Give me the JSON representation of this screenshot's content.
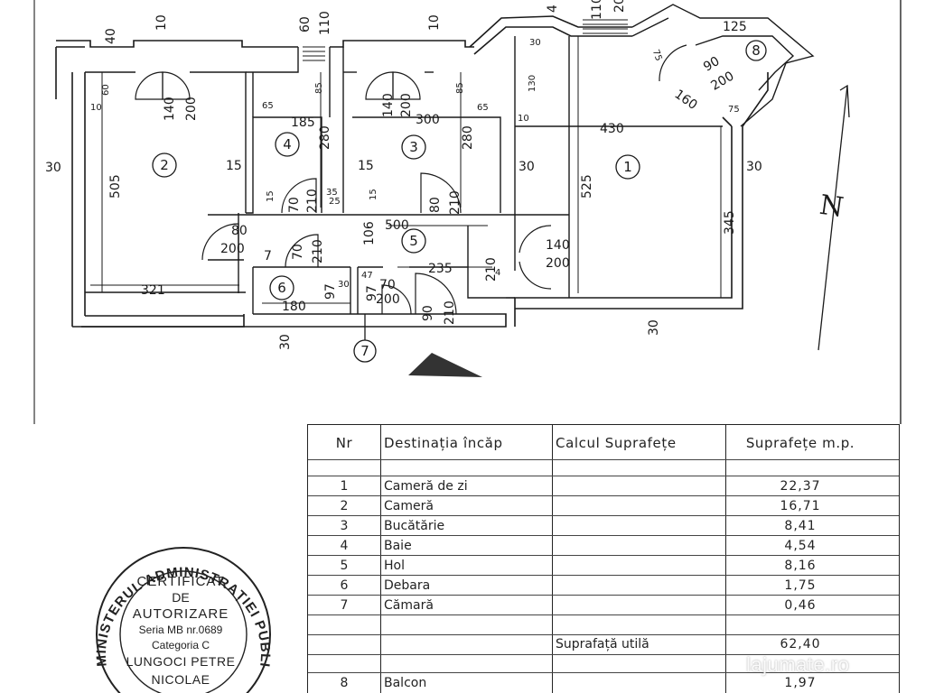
{
  "plan": {
    "north_label": "N",
    "rooms": [
      {
        "num": "1"
      },
      {
        "num": "2"
      },
      {
        "num": "3"
      },
      {
        "num": "4"
      },
      {
        "num": "5"
      },
      {
        "num": "6"
      },
      {
        "num": "7"
      },
      {
        "num": "8"
      }
    ],
    "dims": {
      "d40": "40",
      "d10a": "10",
      "d60a": "60",
      "d110a": "110",
      "d10b": "10",
      "d4": "4",
      "d110b": "110",
      "d20": "20",
      "d30top": "30",
      "d125": "125",
      "d60": "60",
      "d10c": "10",
      "d140a": "140",
      "d200a": "200",
      "d65a": "65",
      "d85a": "85",
      "d185": "185",
      "d280a": "280",
      "d140b": "140",
      "d200b": "200",
      "d300": "300",
      "d85b": "85",
      "d65b": "65",
      "d280b": "280",
      "d130": "130",
      "d10d": "10",
      "d430": "430",
      "d75a": "75",
      "d90a": "90",
      "d200c": "200",
      "d160": "160",
      "d75b": "75",
      "d30l": "30",
      "d505": "505",
      "d15a": "15",
      "d15b": "15",
      "d30m": "30",
      "d525": "525",
      "d30r": "30",
      "d15c": "15",
      "d70a": "70",
      "d210a": "210",
      "d35": "35",
      "d25": "25",
      "d15d": "15",
      "d80a": "80",
      "d210b": "210",
      "d345": "345",
      "d80b": "80",
      "d200d": "200",
      "d500": "500",
      "d106": "106",
      "d140c": "140",
      "d200e": "200",
      "d7": "7",
      "d70b": "70",
      "d210c": "210",
      "d47": "47",
      "d235": "235",
      "d210d": "210",
      "d4b": "4",
      "d321": "321",
      "d180": "180",
      "d97a": "97",
      "d30s": "30",
      "d97b": "97",
      "d70c": "70",
      "d200f": "200",
      "d90b": "90",
      "d210e": "210",
      "d30b1": "30",
      "d30b2": "30"
    }
  },
  "table": {
    "headers": [
      "Nr",
      "Destinația încăp",
      "Calcul Suprafețe",
      "Suprafețe m.p."
    ],
    "rows": [
      {
        "nr": "1",
        "dest": "Cameră de zi",
        "sup": "22,37"
      },
      {
        "nr": "2",
        "dest": "Cameră",
        "sup": "16,71"
      },
      {
        "nr": "3",
        "dest": "Bucătărie",
        "sup": "8,41"
      },
      {
        "nr": "4",
        "dest": "Baie",
        "sup": "4,54"
      },
      {
        "nr": "5",
        "dest": "Hol",
        "sup": "8,16"
      },
      {
        "nr": "6",
        "dest": "Debara",
        "sup": "1,75"
      },
      {
        "nr": "7",
        "dest": "Cămară",
        "sup": "0,46"
      }
    ],
    "total": {
      "label": "Suprafață utilă",
      "value": "62,40"
    },
    "balcony": {
      "nr": "8",
      "dest": "Balcon",
      "sup": "1,97"
    }
  },
  "stamp": {
    "ring_text": "MINISTERUL ADMINISTRAȚIEI PUBLICE",
    "line1": "CERTIFICAT",
    "line2": "DE",
    "line3": "AUTORIZARE",
    "line4": "Seria MB nr.0689",
    "line5": "Categoria C",
    "line6": "LUNGOCI PETRE",
    "line7": "NICOLAE"
  },
  "watermark": {
    "text": "lajumate.ro"
  }
}
